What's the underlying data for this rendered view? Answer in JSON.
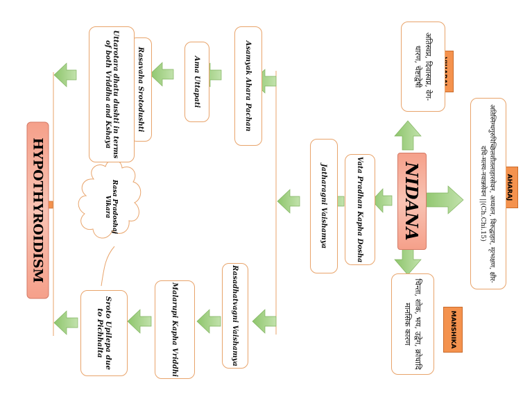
{
  "nidana": "NIDANA",
  "hypothyroidism": "HYPOTHYROIDISM",
  "categories": {
    "vihara": "VIHARAJ",
    "ahara": "AHARAJ",
    "manshika": "MANSHIKA"
  },
  "category_text": {
    "vihara": "अतिस्वप्न, दिवास्वप्न, वेग-धारण, चेष्टाद्वेषी",
    "ahara": "अतिस्निग्धगुरुपिच्छिलशीतलाहारसेवन, अध्यशन, विरुद्धाहार, मृत्भक्षण, क्षीर-दधि-मत्स्य-नवान्नसेवन ||(Ch.Chi.15)",
    "manshika": "चिन्ता, शोक, भय, उद्वेग, क्रोधादि मानसिक कारण"
  },
  "middle": {
    "dosha": "Vata Pradhan Kapha Dosha",
    "agni": "Jatharagni Vaishamya"
  },
  "upper_chain": {
    "a": "Asamyak Ahara Pachan",
    "b": "Ama Uttapati",
    "c": "Rasavaha Srotodushti",
    "d": "Uttarotara dhatu dushti in terms of both Vriddha and Kshaya"
  },
  "cloud": "Rasa Pradoshaj Vikara",
  "lower_chain": {
    "a": "Rasadhatvagni Vaishamya",
    "b": "Malarupi Kapha Vriddhi",
    "c": "Sroto Upilepa due to Pichhalta"
  },
  "colors": {
    "box_border": "#e8a36a",
    "orange": "#f4924e",
    "arrow_green": "#9ccf7e",
    "nidana_fill": "#f5a08a"
  }
}
